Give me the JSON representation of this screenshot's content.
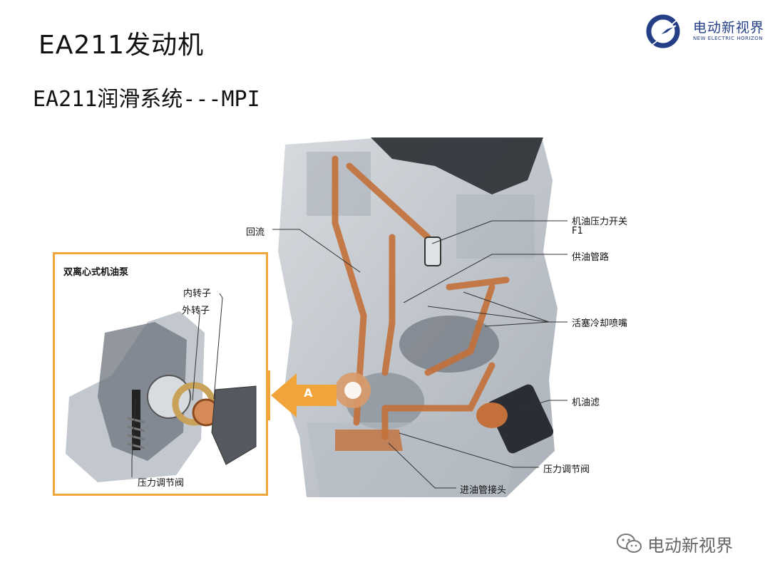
{
  "header": {
    "title": "EA211发动机",
    "subtitle": "EA211润滑系统---MPI"
  },
  "logo": {
    "name": "电动新视界",
    "tagline": "NEW ELECTRIC HORIZON",
    "icon": "lightning-globe-icon",
    "color": "#243f86"
  },
  "inset": {
    "title": "双离心式机油泵",
    "labels": {
      "inner_rotor": "内转子",
      "outer_rotor": "外转子",
      "pressure_valve": "压力调节阀"
    },
    "border_color": "#f0a43a"
  },
  "engine_labels": {
    "return_flow": "回流",
    "oil_pressure_switch_line1": "机油压力开关",
    "oil_pressure_switch_line2": "F1",
    "oil_supply_line": "供油管路",
    "piston_cooling_nozzle": "活塞冷却喷嘴",
    "oil_filter": "机油滤",
    "pressure_valve": "压力调节阀",
    "intake_pipe_joint": "进油管接头"
  },
  "arrow_marker": "A",
  "footer": {
    "icon": "wechat-icon",
    "text": "电动新视界"
  },
  "colors": {
    "oil_copper": "#c4703a",
    "accent_orange": "#f0a43a",
    "engine_gray": "#9aa3ad"
  }
}
